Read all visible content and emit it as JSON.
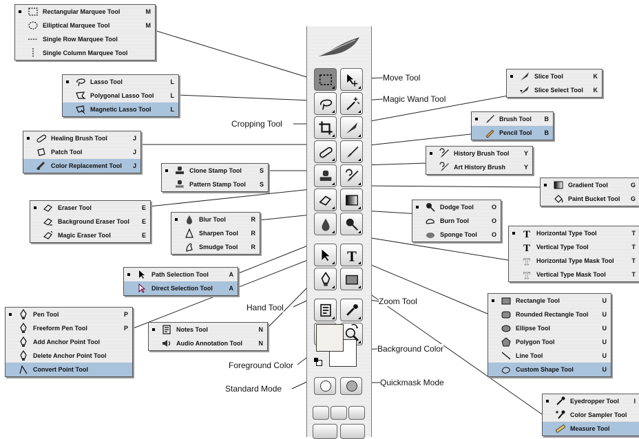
{
  "menus": [
    {
      "id": "marquee",
      "items": [
        {
          "label": "Rectangular Marquee Tool",
          "key": "M",
          "icon": "rect-marquee-icon",
          "active": true,
          "selected": false
        },
        {
          "label": "Elliptical Marquee Tool",
          "key": "M",
          "icon": "ellipse-marquee-icon",
          "active": false,
          "selected": false
        },
        {
          "label": "Single Row Marquee Tool",
          "key": "",
          "icon": "single-row-marquee-icon",
          "active": false,
          "selected": false
        },
        {
          "label": "Single Column Marquee Tool",
          "key": "",
          "icon": "single-column-marquee-icon",
          "active": false,
          "selected": false
        }
      ]
    },
    {
      "id": "lasso",
      "items": [
        {
          "label": "Lasso Tool",
          "key": "L",
          "icon": "lasso-icon",
          "active": true,
          "selected": false
        },
        {
          "label": "Polygonal Lasso Tool",
          "key": "L",
          "icon": "polygon-lasso-icon",
          "active": false,
          "selected": false
        },
        {
          "label": "Magnetic Lasso Tool",
          "key": "L",
          "icon": "magnetic-lasso-icon",
          "active": false,
          "selected": true
        }
      ]
    },
    {
      "id": "healing",
      "items": [
        {
          "label": "Healing Brush Tool",
          "key": "J",
          "icon": "bandage-icon",
          "active": true,
          "selected": false
        },
        {
          "label": "Patch Tool",
          "key": "J",
          "icon": "patch-icon",
          "active": false,
          "selected": false
        },
        {
          "label": "Color Replacement Tool",
          "key": "J",
          "icon": "color-replace-icon",
          "active": false,
          "selected": true
        }
      ]
    },
    {
      "id": "stamp",
      "items": [
        {
          "label": "Clone Stamp Tool",
          "key": "S",
          "icon": "stamp-icon",
          "active": true,
          "selected": false
        },
        {
          "label": "Pattern Stamp Tool",
          "key": "S",
          "icon": "pattern-stamp-icon",
          "active": false,
          "selected": false
        }
      ]
    },
    {
      "id": "eraser",
      "items": [
        {
          "label": "Eraser Tool",
          "key": "E",
          "icon": "eraser-icon",
          "active": true,
          "selected": false
        },
        {
          "label": "Background Eraser Tool",
          "key": "E",
          "icon": "bg-eraser-icon",
          "active": false,
          "selected": false
        },
        {
          "label": "Magic Eraser Tool",
          "key": "E",
          "icon": "magic-eraser-icon",
          "active": false,
          "selected": false
        }
      ]
    },
    {
      "id": "blur",
      "items": [
        {
          "label": "Blur Tool",
          "key": "R",
          "icon": "drop-icon",
          "active": true,
          "selected": false
        },
        {
          "label": "Sharpen Tool",
          "key": "R",
          "icon": "triangle-icon",
          "active": false,
          "selected": false
        },
        {
          "label": "Smudge Tool",
          "key": "R",
          "icon": "finger-icon",
          "active": false,
          "selected": false
        }
      ]
    },
    {
      "id": "pathsel",
      "items": [
        {
          "label": "Path Selection Tool",
          "key": "A",
          "icon": "black-arrow-icon",
          "active": true,
          "selected": false
        },
        {
          "label": "Direct Selection Tool",
          "key": "A",
          "icon": "white-arrow-icon",
          "active": false,
          "selected": true
        }
      ]
    },
    {
      "id": "pen",
      "items": [
        {
          "label": "Pen Tool",
          "key": "P",
          "icon": "pen-icon",
          "active": true,
          "selected": false
        },
        {
          "label": "Freeform Pen Tool",
          "key": "P",
          "icon": "freeform-pen-icon",
          "active": false,
          "selected": false
        },
        {
          "label": "Add Anchor Point Tool",
          "key": "",
          "icon": "add-anchor-icon",
          "active": false,
          "selected": false
        },
        {
          "label": "Delete Anchor Point Tool",
          "key": "",
          "icon": "delete-anchor-icon",
          "active": false,
          "selected": false
        },
        {
          "label": "Convert Point Tool",
          "key": "",
          "icon": "convert-point-icon",
          "active": false,
          "selected": true
        }
      ]
    },
    {
      "id": "notes",
      "items": [
        {
          "label": "Notes Tool",
          "key": "N",
          "icon": "note-icon",
          "active": true,
          "selected": false
        },
        {
          "label": "Audio Annotation Tool",
          "key": "N",
          "icon": "speaker-icon",
          "active": false,
          "selected": false
        }
      ]
    },
    {
      "id": "slice",
      "items": [
        {
          "label": "Slice Tool",
          "key": "K",
          "icon": "knife-icon",
          "active": true,
          "selected": false
        },
        {
          "label": "Slice Select Tool",
          "key": "K",
          "icon": "knife-select-icon",
          "active": false,
          "selected": false
        }
      ]
    },
    {
      "id": "brush",
      "items": [
        {
          "label": "Brush Tool",
          "key": "B",
          "icon": "brush-icon",
          "active": true,
          "selected": false
        },
        {
          "label": "Pencil Tool",
          "key": "B",
          "icon": "pencil-icon",
          "active": false,
          "selected": true
        }
      ]
    },
    {
      "id": "history",
      "items": [
        {
          "label": "History Brush Tool",
          "key": "Y",
          "icon": "history-brush-icon",
          "active": true,
          "selected": false
        },
        {
          "label": "Art History Brush",
          "key": "Y",
          "icon": "art-history-brush-icon",
          "active": false,
          "selected": false
        }
      ]
    },
    {
      "id": "gradient",
      "items": [
        {
          "label": "Gradient Tool",
          "key": "G",
          "icon": "gradient-icon",
          "active": true,
          "selected": false
        },
        {
          "label": "Paint Bucket Tool",
          "key": "G",
          "icon": "bucket-icon",
          "active": false,
          "selected": false
        }
      ]
    },
    {
      "id": "dodge",
      "items": [
        {
          "label": "Dodge Tool",
          "key": "O",
          "icon": "dodge-icon",
          "active": true,
          "selected": false
        },
        {
          "label": "Burn Tool",
          "key": "O",
          "icon": "hand-burn-icon",
          "active": false,
          "selected": false
        },
        {
          "label": "Sponge Tool",
          "key": "O",
          "icon": "sponge-icon",
          "active": false,
          "selected": false
        }
      ]
    },
    {
      "id": "type",
      "items": [
        {
          "label": "Horizontal Type Tool",
          "key": "T",
          "icon": "type-icon",
          "active": true,
          "selected": false
        },
        {
          "label": "Vertical Type Tool",
          "key": "T",
          "icon": "vertical-type-icon",
          "active": false,
          "selected": false
        },
        {
          "label": "Horizontal Type Mask Tool",
          "key": "T",
          "icon": "type-mask-icon",
          "active": false,
          "selected": false
        },
        {
          "label": "Vertical Type Mask Tool",
          "key": "T",
          "icon": "vertical-type-mask-icon",
          "active": false,
          "selected": false
        }
      ]
    },
    {
      "id": "shape",
      "items": [
        {
          "label": "Rectangle Tool",
          "key": "U",
          "icon": "rectangle-icon",
          "active": true,
          "selected": false
        },
        {
          "label": "Rounded Rectangle Tool",
          "key": "U",
          "icon": "rounded-rect-icon",
          "active": false,
          "selected": false
        },
        {
          "label": "Ellipse Tool",
          "key": "U",
          "icon": "ellipse-icon",
          "active": false,
          "selected": false
        },
        {
          "label": "Polygon Tool",
          "key": "U",
          "icon": "polygon-icon",
          "active": false,
          "selected": false
        },
        {
          "label": "Line Tool",
          "key": "U",
          "icon": "line-icon",
          "active": false,
          "selected": false
        },
        {
          "label": "Custom Shape Tool",
          "key": "U",
          "icon": "custom-shape-icon",
          "active": false,
          "selected": true
        }
      ]
    },
    {
      "id": "eyedropper",
      "items": [
        {
          "label": "Eyedropper Tool",
          "key": "I",
          "icon": "eyedropper-icon",
          "active": true,
          "selected": false
        },
        {
          "label": "Color Sampler Tool",
          "key": "",
          "icon": "color-sampler-icon",
          "active": false,
          "selected": false
        },
        {
          "label": "Measure Tool",
          "key": "",
          "icon": "ruler-icon",
          "active": false,
          "selected": true
        }
      ]
    }
  ],
  "callouts": {
    "move": "Move Tool",
    "magic_wand": "Magic Wand Tool",
    "cropping": "Cropping Tool",
    "hand": "Hand Tool",
    "zoom": "Zoom Tool",
    "background": "Background Color",
    "foreground": "Foreground Color",
    "standard": "Standard Mode",
    "quickmask": "Quickmask Mode"
  },
  "colors": {
    "selected_row": "#a9c3dc",
    "foreground_swatch": "#f2f0ea",
    "background_swatch": "#ffffff"
  },
  "toolbox": {
    "tools": [
      {
        "name": "marquee-tool",
        "icon": "rect-marquee-icon",
        "active": true
      },
      {
        "name": "move-tool",
        "icon": "move-icon",
        "active": false
      },
      {
        "name": "lasso-tool",
        "icon": "lasso-icon",
        "active": false
      },
      {
        "name": "magic-wand-tool",
        "icon": "magic-wand-icon",
        "active": false
      },
      {
        "name": "crop-tool",
        "icon": "crop-icon",
        "active": false
      },
      {
        "name": "slice-tool",
        "icon": "knife-icon",
        "active": false
      },
      {
        "name": "healing-tool",
        "icon": "bandage-icon",
        "active": false
      },
      {
        "name": "brush-tool",
        "icon": "brush-icon",
        "active": false
      },
      {
        "name": "stamp-tool",
        "icon": "stamp-icon",
        "active": false
      },
      {
        "name": "history-brush-tool",
        "icon": "history-brush-icon",
        "active": false
      },
      {
        "name": "eraser-tool",
        "icon": "eraser-icon",
        "active": false
      },
      {
        "name": "gradient-tool",
        "icon": "gradient-icon",
        "active": false
      },
      {
        "name": "blur-tool",
        "icon": "drop-icon",
        "active": false
      },
      {
        "name": "dodge-tool",
        "icon": "dodge-icon",
        "active": false
      },
      {
        "name": "path-selection-tool",
        "icon": "black-arrow-icon",
        "active": false
      },
      {
        "name": "type-tool",
        "icon": "type-icon",
        "active": false
      },
      {
        "name": "pen-tool",
        "icon": "pen-icon",
        "active": false
      },
      {
        "name": "shape-tool",
        "icon": "rectangle-icon",
        "active": false
      },
      {
        "name": "notes-tool",
        "icon": "note-icon",
        "active": false
      },
      {
        "name": "eyedropper-tool",
        "icon": "eyedropper-icon",
        "active": false
      },
      {
        "name": "hand-tool",
        "icon": "hand-icon",
        "active": false
      },
      {
        "name": "zoom-tool",
        "icon": "magnifier-icon",
        "active": false
      }
    ]
  }
}
